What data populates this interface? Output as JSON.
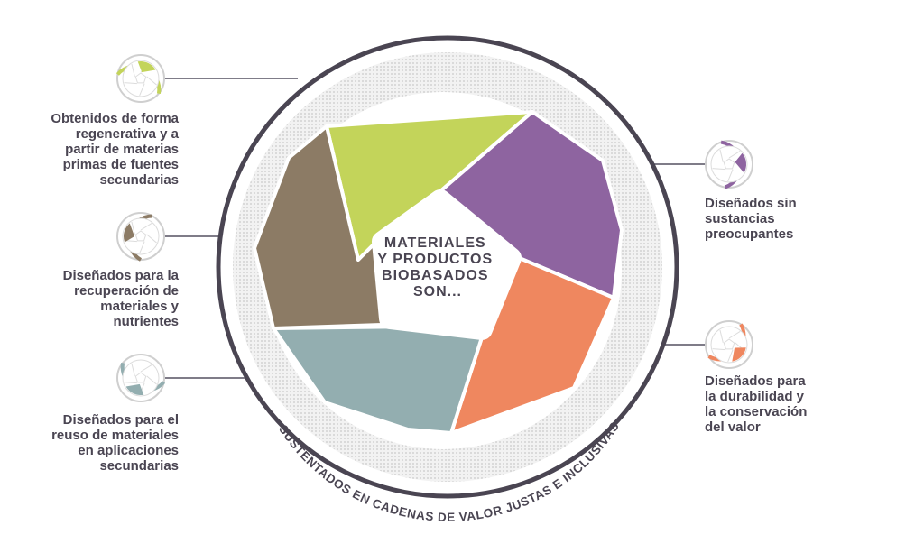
{
  "center": {
    "lines": [
      "MATERIALES",
      "Y PRODUCTOS",
      "BIOBASADOS",
      "SON..."
    ]
  },
  "ring_text": "SUSTENTADOS EN CADENAS DE VALOR JUSTAS E INCLUSIVAS",
  "segments": [
    {
      "id": "green",
      "color": "#c3d45a",
      "lines": [
        "Obtenidos de forma",
        "regenerativa y a",
        "partir de materias",
        "primas de fuentes",
        "secundarias"
      ]
    },
    {
      "id": "purple",
      "color": "#8e64a0",
      "lines": [
        "Diseñados sin",
        "sustancias",
        "preocupantes"
      ]
    },
    {
      "id": "orange",
      "color": "#ef875f",
      "lines": [
        "Diseñados para",
        "la durabilidad y",
        "la conservación",
        "del valor"
      ]
    },
    {
      "id": "blue",
      "color": "#93aeb0",
      "lines": [
        "Diseñados para el",
        "reuso de materiales",
        "en aplicaciones",
        "secundarias"
      ]
    },
    {
      "id": "brown",
      "color": "#8c7b65",
      "lines": [
        "Diseñados para la",
        "recuperación de",
        "materiales y",
        "nutrientes"
      ]
    }
  ],
  "colors": {
    "ring": "#4a4552",
    "text": "#4a4552",
    "ring_bg": "#d8d8d8",
    "connector": "#555060"
  }
}
